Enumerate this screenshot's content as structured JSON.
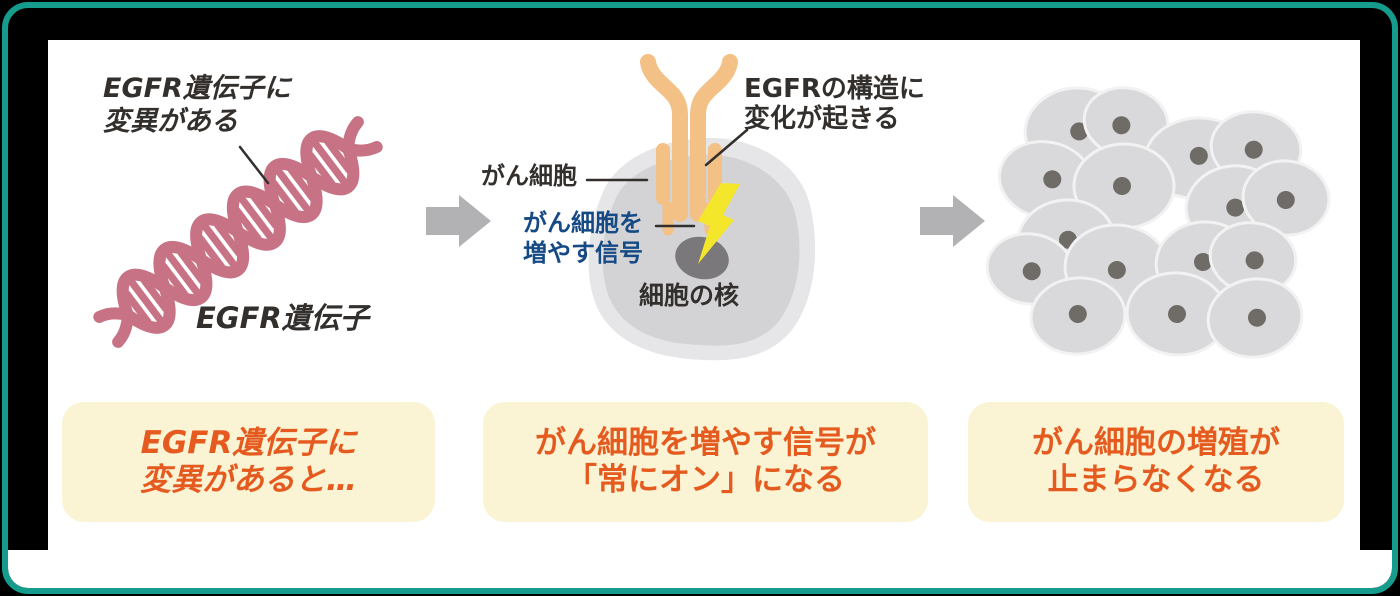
{
  "figure": {
    "dna_panel": {
      "mutation_label": {
        "line1": "EGFR遺伝子に",
        "line2": "変異がある"
      },
      "gene_label": "EGFR遺伝子"
    },
    "cell_panel": {
      "receptor_label": {
        "line1": "EGFRの構造に",
        "line2": "変化が起きる"
      },
      "cancer_cell_label": "がん細胞",
      "signal_label": {
        "line1": "がん細胞を",
        "line2": "増やす信号"
      },
      "nucleus_label": "細胞の核"
    },
    "captions": [
      {
        "line1": "EGFR遺伝子に",
        "line2": "変異があると…"
      },
      {
        "line1": "がん細胞を増やす信号が",
        "line2": "「常にオン」になる"
      },
      {
        "line1": "がん細胞の増殖が",
        "line2": "止まらなくなる"
      }
    ]
  },
  "colors": {
    "teal_border": "#169c8c",
    "text_dark": "#332f2c",
    "caption_orange": "#e55a1e",
    "caption_bg": "#faf3d4",
    "signal_blue": "#164a85",
    "dna_pink": "#c77285",
    "receptor_tan": "#f3c085",
    "bolt_yellow": "#f4e72b",
    "arrow_gray": "#b2b2b4",
    "cell_gray_outer": "#e6e6e8",
    "cell_gray_inner": "#d3d3d5",
    "nucleus_gray": "#7a787a",
    "cluster_cell": "#d9d9db",
    "cluster_nucleus": "#6f6b67"
  }
}
